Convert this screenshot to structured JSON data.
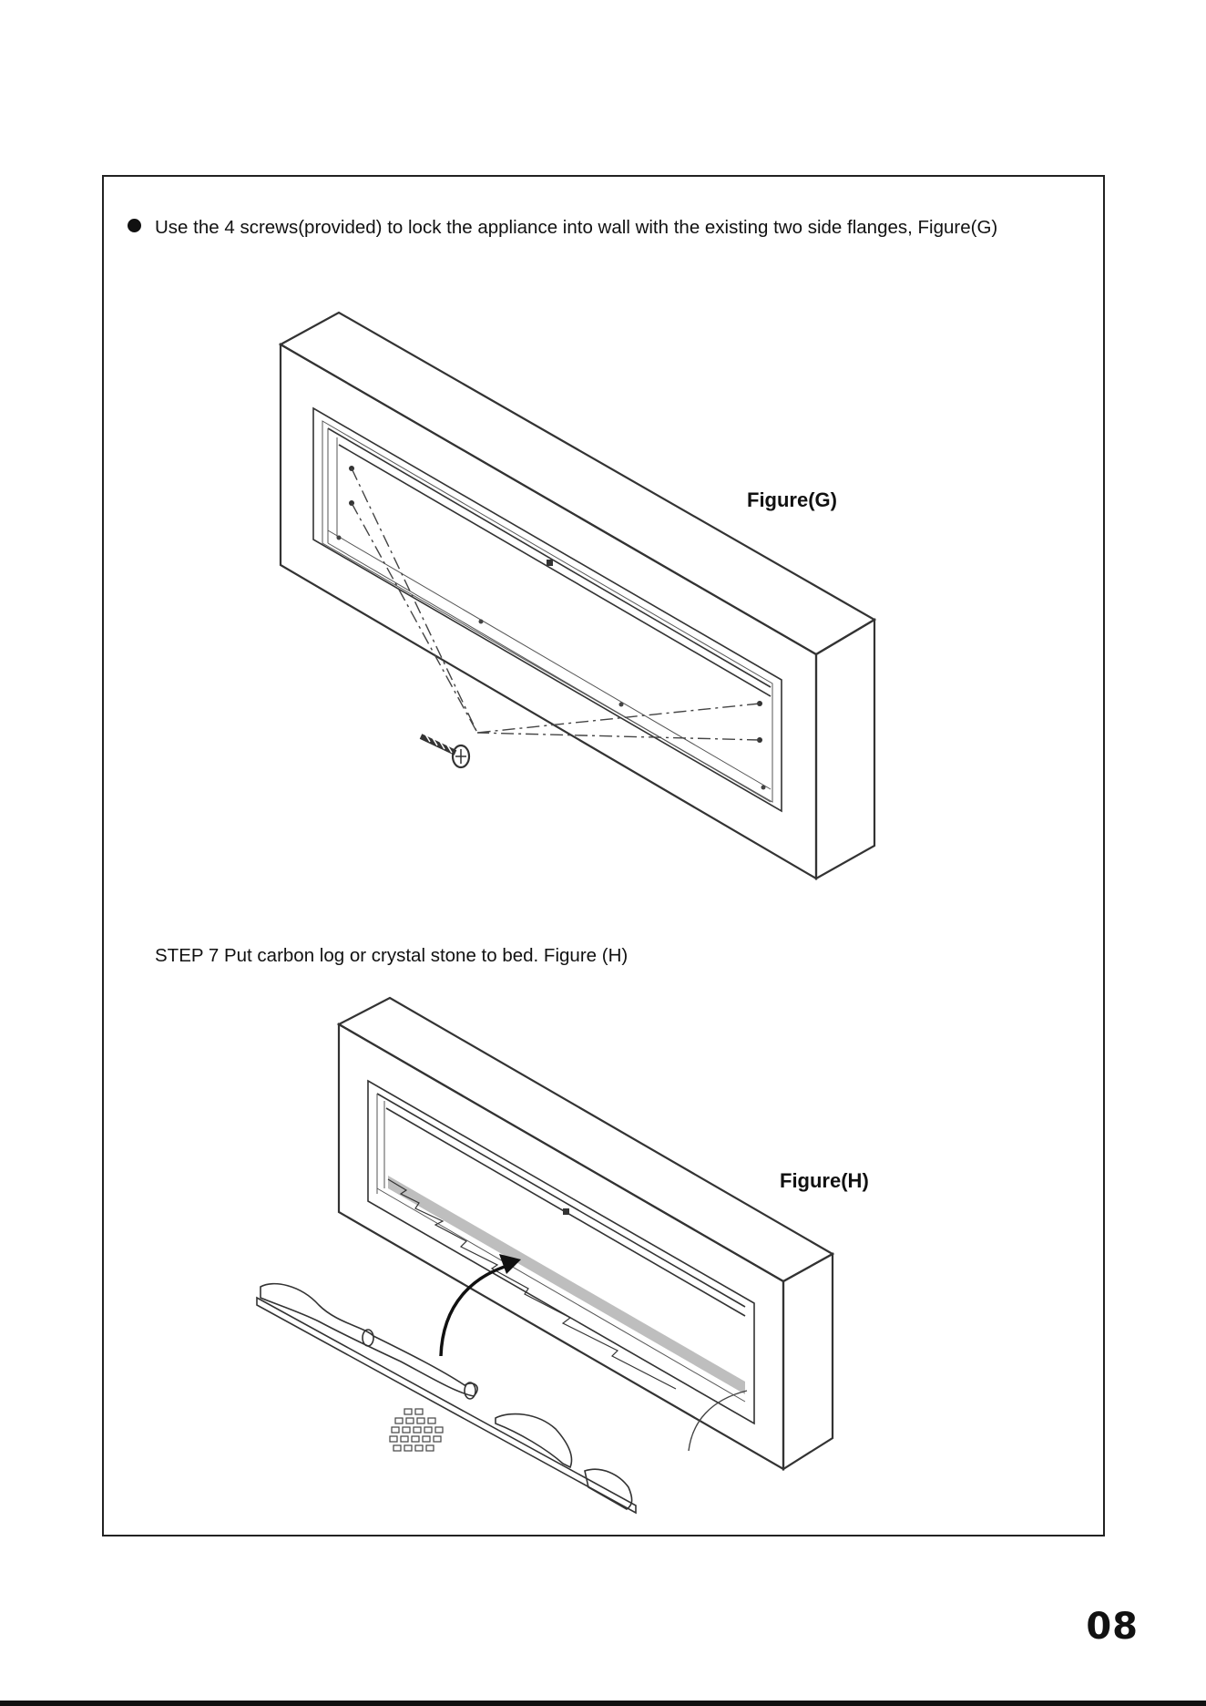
{
  "instructions": {
    "bullet_text": "Use the 4 screws(provided) to lock the appliance into wall with the existing two side flanges, Figure(G)",
    "step7_text": "STEP 7 Put carbon log or crystal stone to bed. Figure (H)"
  },
  "figures": {
    "g_label": "Figure(G)",
    "h_label": "Figure(H)"
  },
  "page_number": "08"
}
